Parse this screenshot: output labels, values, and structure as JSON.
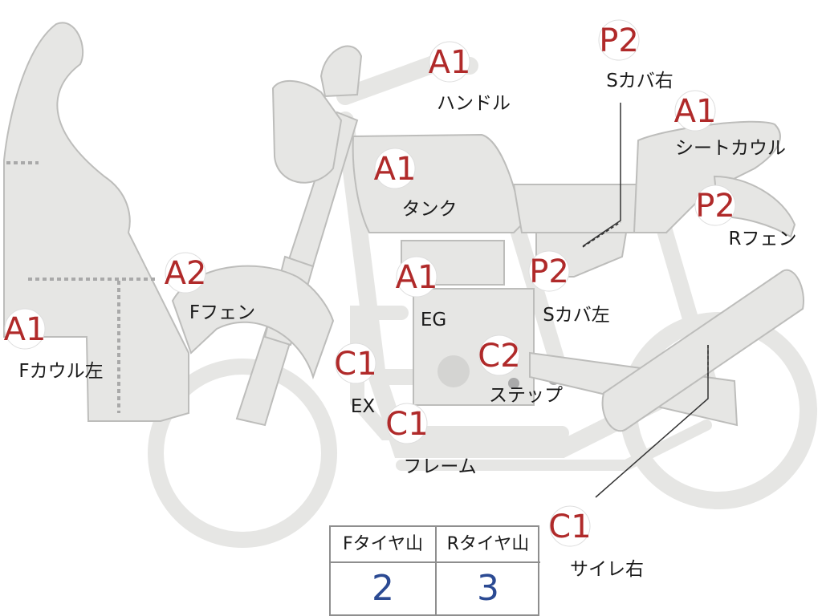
{
  "colors": {
    "grade": "#b02a2a",
    "tire_value": "#2b4a93",
    "body": "#e6e6e4"
  },
  "labels": [
    {
      "id": "handle",
      "grade": "A1",
      "name": "ハンドル"
    },
    {
      "id": "tank",
      "grade": "A1",
      "name": "タンク"
    },
    {
      "id": "seat-cowl",
      "grade": "A1",
      "name": "シートカウル"
    },
    {
      "id": "side-cover-r",
      "grade": "P2",
      "name": "Sカバ右"
    },
    {
      "id": "rear-fender",
      "grade": "P2",
      "name": "Rフェン"
    },
    {
      "id": "side-cover-l",
      "grade": "P2",
      "name": "Sカバ左"
    },
    {
      "id": "engine",
      "grade": "A1",
      "name": "EG"
    },
    {
      "id": "front-fender",
      "grade": "A2",
      "name": "Fフェン"
    },
    {
      "id": "front-cowl-l",
      "grade": "A1",
      "name": "Fカウル左"
    },
    {
      "id": "exhaust",
      "grade": "C1",
      "name": "EX"
    },
    {
      "id": "step",
      "grade": "C2",
      "name": "ステップ"
    },
    {
      "id": "frame",
      "grade": "C1",
      "name": "フレーム"
    },
    {
      "id": "muffler-r",
      "grade": "C1",
      "name": "サイレ右"
    }
  ],
  "tire_table": {
    "front_header": "Fタイヤ山",
    "rear_header": "Rタイヤ山",
    "front_value": "2",
    "rear_value": "3"
  }
}
